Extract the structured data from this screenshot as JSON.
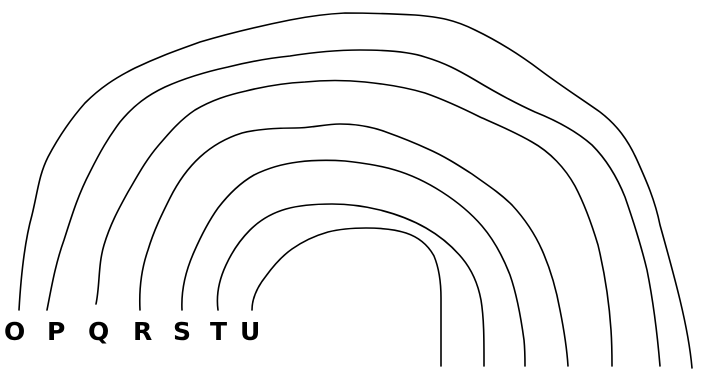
{
  "arc_labels": [
    "O",
    "P",
    "Q",
    "R",
    "S",
    "T",
    "U"
  ],
  "colors": {
    "stroke": "#000000",
    "background": "#ffffff"
  }
}
